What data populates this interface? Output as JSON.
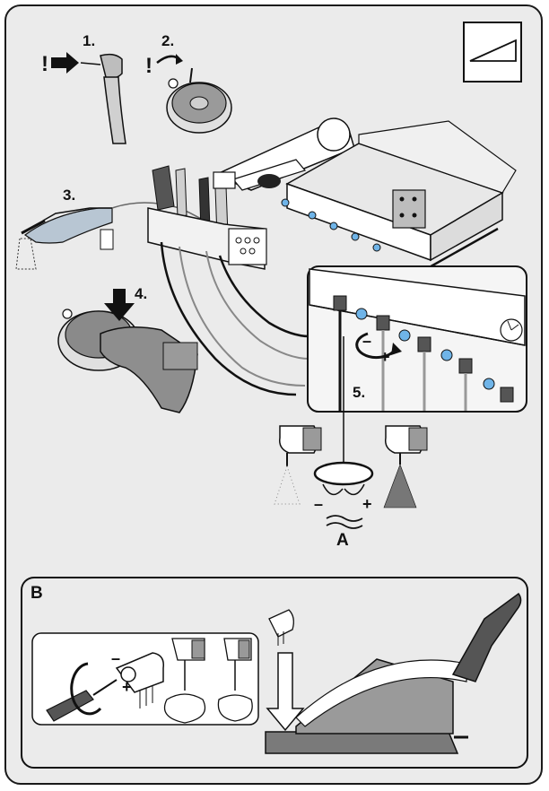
{
  "steps": {
    "s1": "1.",
    "s2": "2.",
    "s3": "3.",
    "s4": "4.",
    "s5": "5."
  },
  "warnings": {
    "w1": "!",
    "w2": "!"
  },
  "callouts": {
    "a": "A",
    "b": "B"
  },
  "signs": {
    "minus": "–",
    "plus": "+"
  }
}
